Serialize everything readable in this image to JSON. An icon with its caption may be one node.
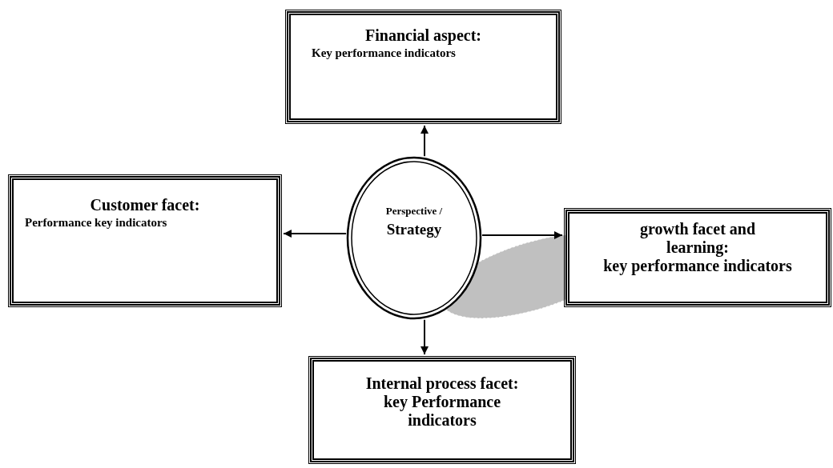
{
  "diagram": {
    "nodes": [
      {
        "text": [
          "**Financial aspect**:",
          "Key performance indicators"
        ]
      },
      {
        "text": [
          "Customer facet:",
          "Performance key indicators"
        ]
      },
      {
        "text": [
          "Perspective /",
          "Strategy"
        ]
      },
      {
        "text": [
          "growth facet and learning:",
          "key performance indicators"
        ]
      },
      {
        "text": [
          "Internal process facet: key Performance indicators"
        ]
      }
    ],
    "edges": [
      {
        "from": 2,
        "to": 0,
        "arrow": "to"
      },
      {
        "from": 2,
        "to": 1,
        "arrow": "to"
      },
      {
        "from": 2,
        "to": 3,
        "arrow": "to"
      },
      {
        "from": 2,
        "to": 4,
        "arrow": "to"
      }
    ]
  }
}
